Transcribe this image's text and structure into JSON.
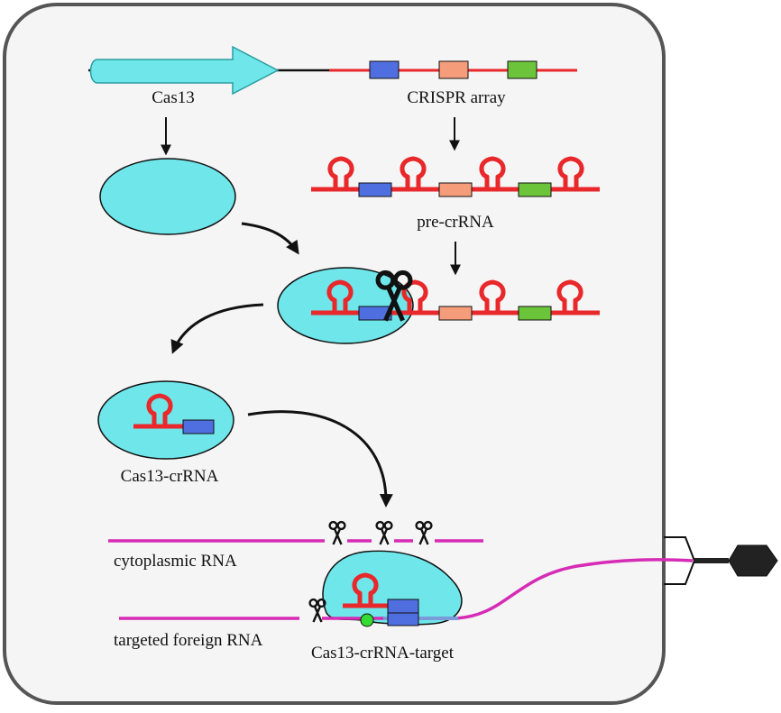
{
  "labels": {
    "cas13": "Cas13",
    "crispr_array": "CRISPR array",
    "pre_crrna": "pre-crRNA",
    "cas13_crrna": "Cas13-crRNA",
    "cytoplasmic_rna": "cytoplasmic RNA",
    "targeted_foreign_rna": "targeted foreign RNA",
    "complex_target": "Cas13-crRNA-target"
  },
  "colors": {
    "cell_fill": "#f5f5f5",
    "cell_border": "#555555",
    "cas13_protein": "#6ee6ea",
    "crrna_red": "#e8282a",
    "spacer_blue": "#4f6fe0",
    "spacer_salmon": "#f59d7a",
    "spacer_green": "#6cc43a",
    "rna_magenta": "#d62bb5",
    "target_green_dot": "#33dd33",
    "phage_dark": "#222222"
  },
  "icons": [
    "scissors-icon",
    "bacteriophage-icon",
    "arrow-icon"
  ]
}
